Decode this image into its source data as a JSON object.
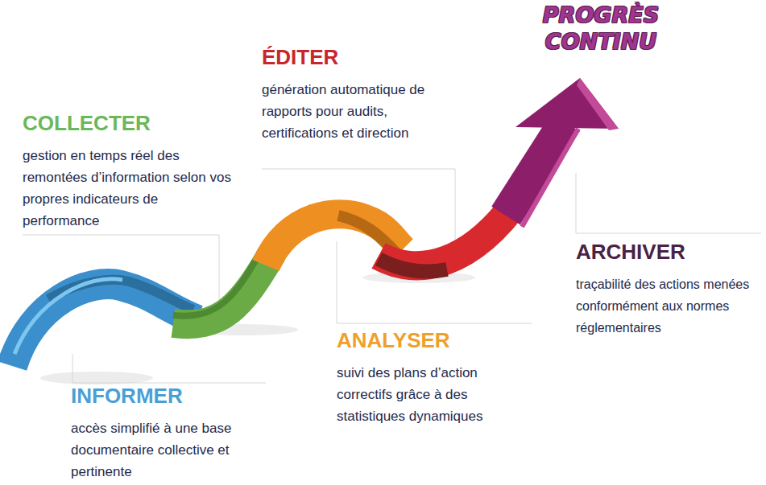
{
  "diagram": {
    "title": "PROGRÈS CONTINU",
    "nodes": [
      {
        "text": [
          "INFORMER",
          "accès simplifié à une base documentaire collective et pertinente"
        ]
      },
      {
        "text": [
          "COLLECTER",
          "gestion en temps réel des remontées d’information selon vos propres indicateurs de performance"
        ]
      },
      {
        "text": [
          "ANALYSER",
          "suivi des plans d’action correctifs grâce à des statistiques dynamiques"
        ]
      },
      {
        "text": [
          "ÉDITER",
          "génération automatique de rapports pour audits, certifications et direction"
        ]
      },
      {
        "text": [
          "ARCHIVER",
          "traçabilité des actions menées conformément aux normes réglementaires"
        ]
      }
    ]
  }
}
